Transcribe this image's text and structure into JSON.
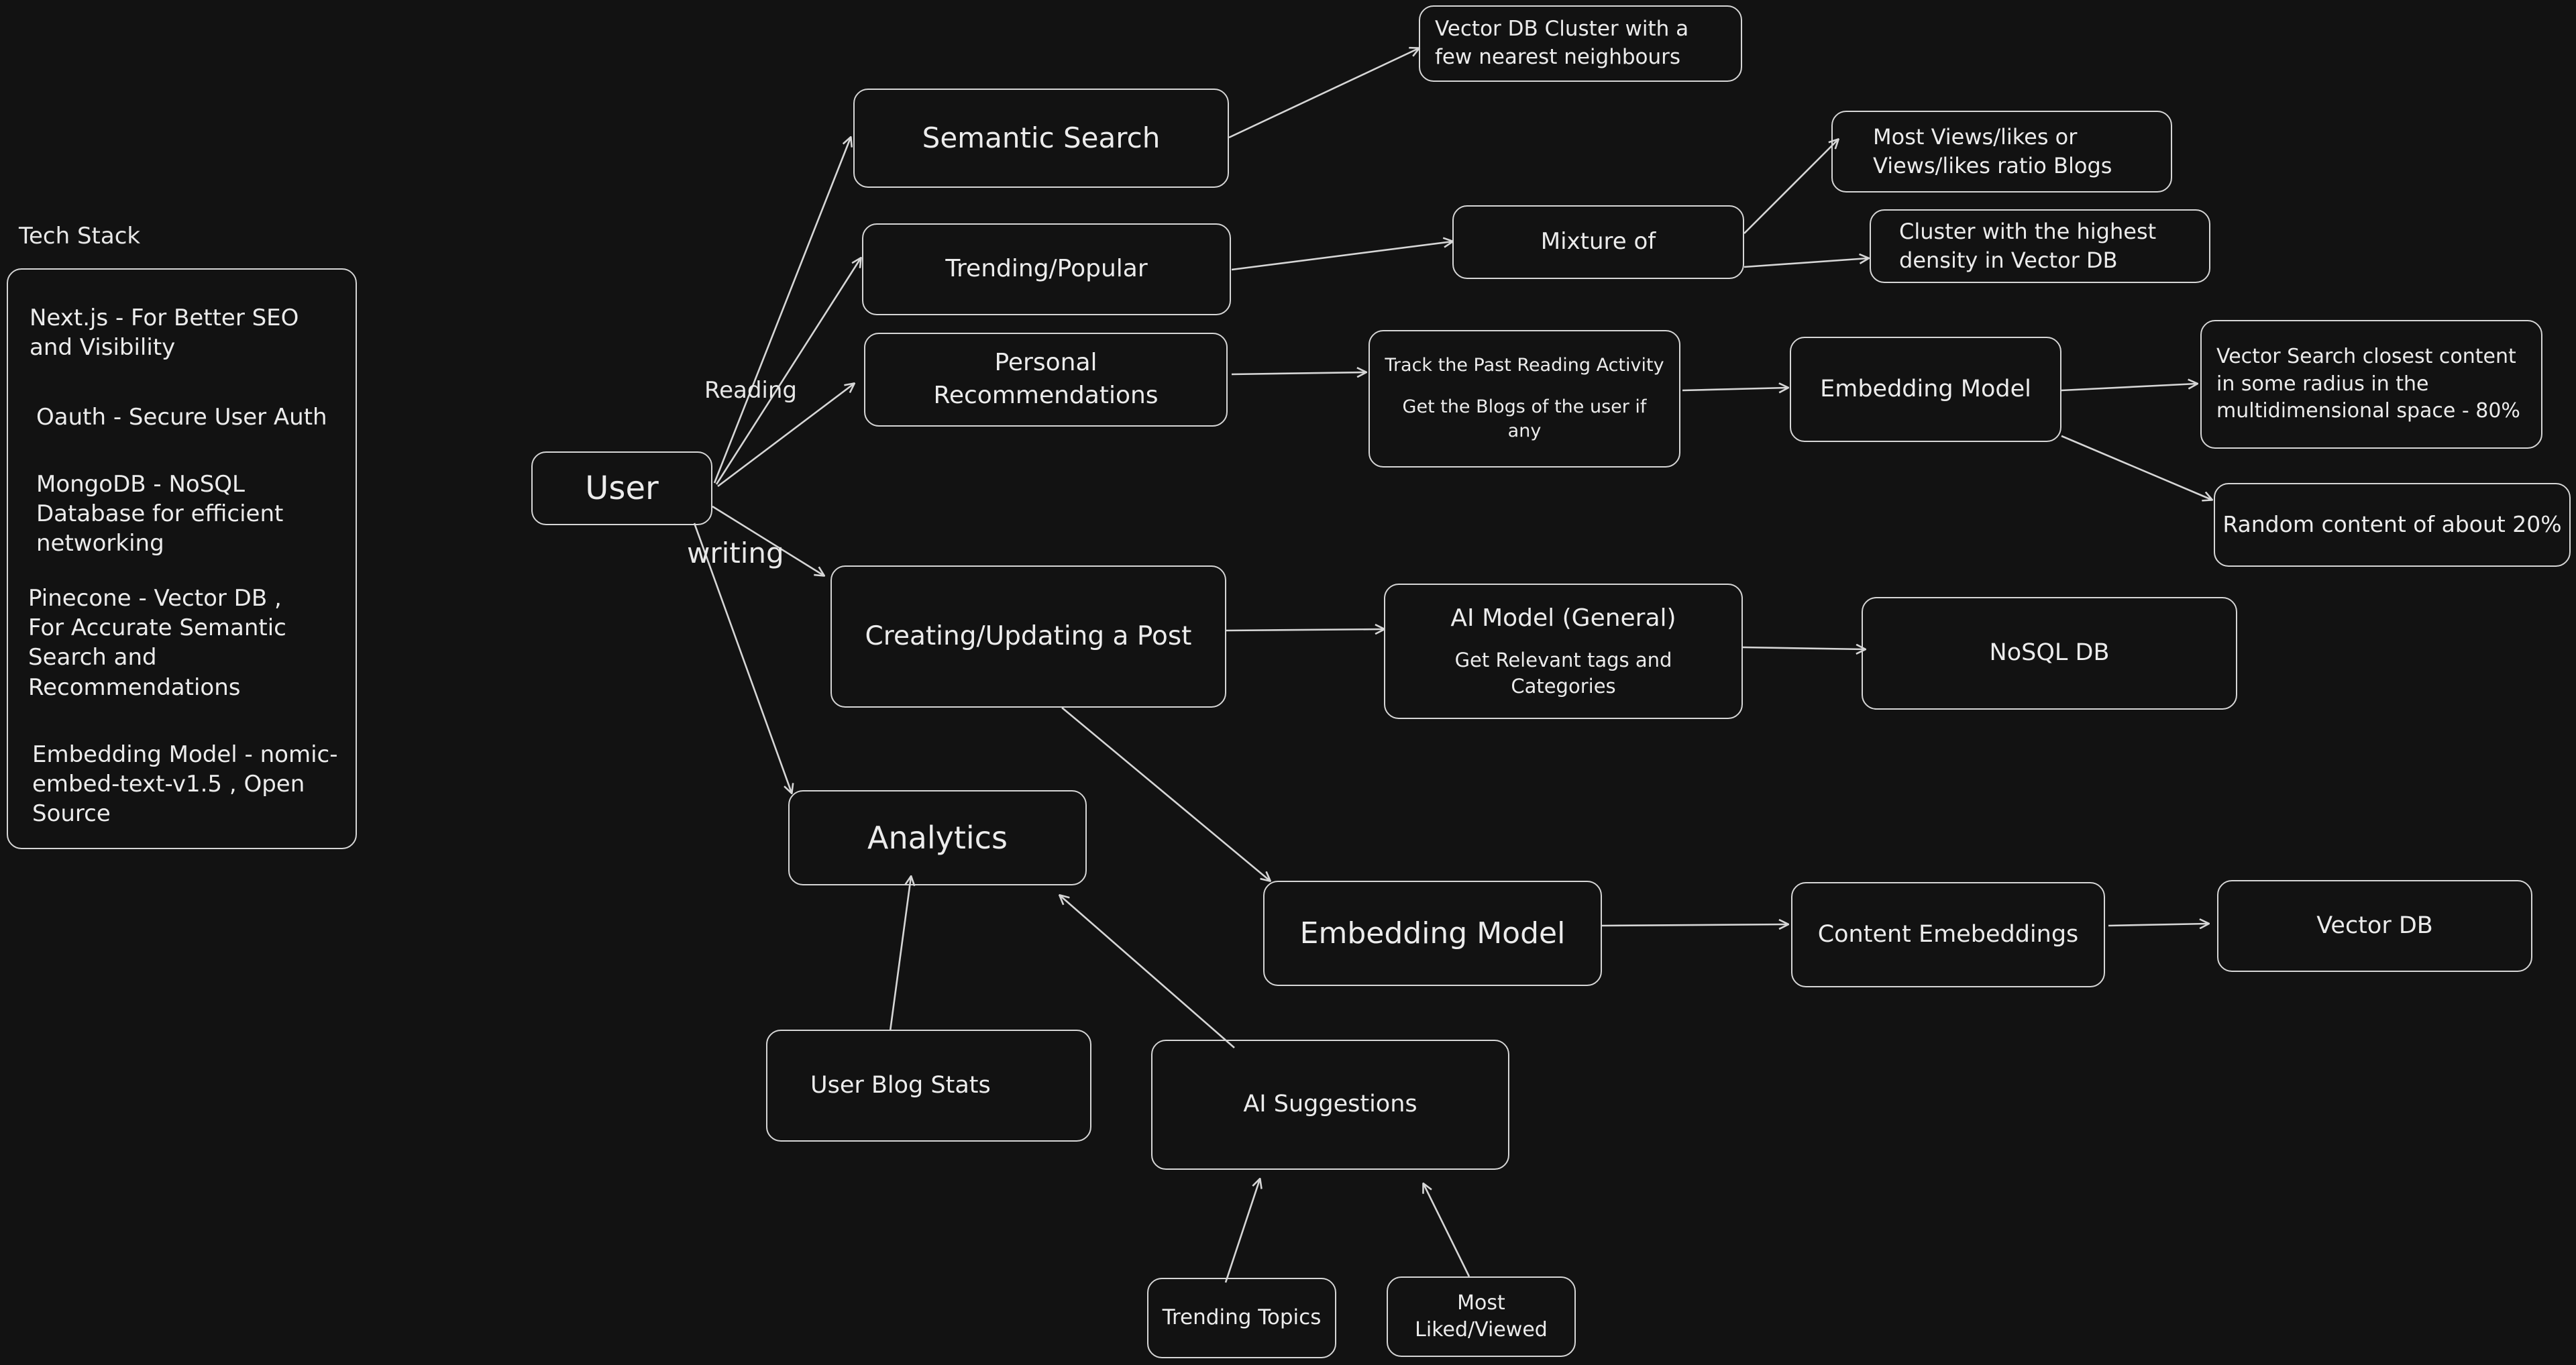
{
  "stack": {
    "title": "Tech Stack",
    "items": [
      "Next.js - For Better SEO and Visibility",
      "Oauth - Secure User Auth",
      "MongoDB - NoSQL Database for efficient networking",
      "Pinecone - Vector DB , For Accurate Semantic Search and Recommendations",
      "Embedding Model - nomic-embed-text-v1.5 , Open Source"
    ]
  },
  "nodes": {
    "user": "User",
    "semantic_search": "Semantic Search",
    "vector_cluster": "Vector DB Cluster with a few nearest neighbours",
    "trending_popular": "Trending/Popular",
    "mixture_of": "Mixture of",
    "most_views": "Most Views/likes or Views/likes ratio Blogs",
    "cluster_density": "Cluster with the highest density in Vector DB",
    "personal_recs": "Personal Recommendations",
    "track_past": "Track the Past Reading Activity",
    "get_blogs": "Get the Blogs of the user if any",
    "embedding_model_1": "Embedding Model",
    "vector_search": "Vector Search closest content in some radius in the multidimensional space - 80%",
    "random_content": "Random content of about 20%",
    "creating_post": "Creating/Updating a Post",
    "ai_model_title": "AI Model (General)",
    "ai_model_sub": "Get Relevant tags and Categories",
    "nosql_db": "NoSQL DB",
    "analytics": "Analytics",
    "embedding_model_2": "Embedding Model",
    "content_embeddings": "Content Emebeddings",
    "vector_db": "Vector DB",
    "user_blog_stats": "User Blog Stats",
    "ai_suggestions": "AI Suggestions",
    "trending_topics": "Trending Topics",
    "most_liked": "Most Liked/Viewed"
  },
  "edge_labels": {
    "reading": "Reading",
    "writing": "writing"
  },
  "colors": {
    "background": "#121212",
    "stroke": "#d6d6d6",
    "text": "#ececec"
  }
}
